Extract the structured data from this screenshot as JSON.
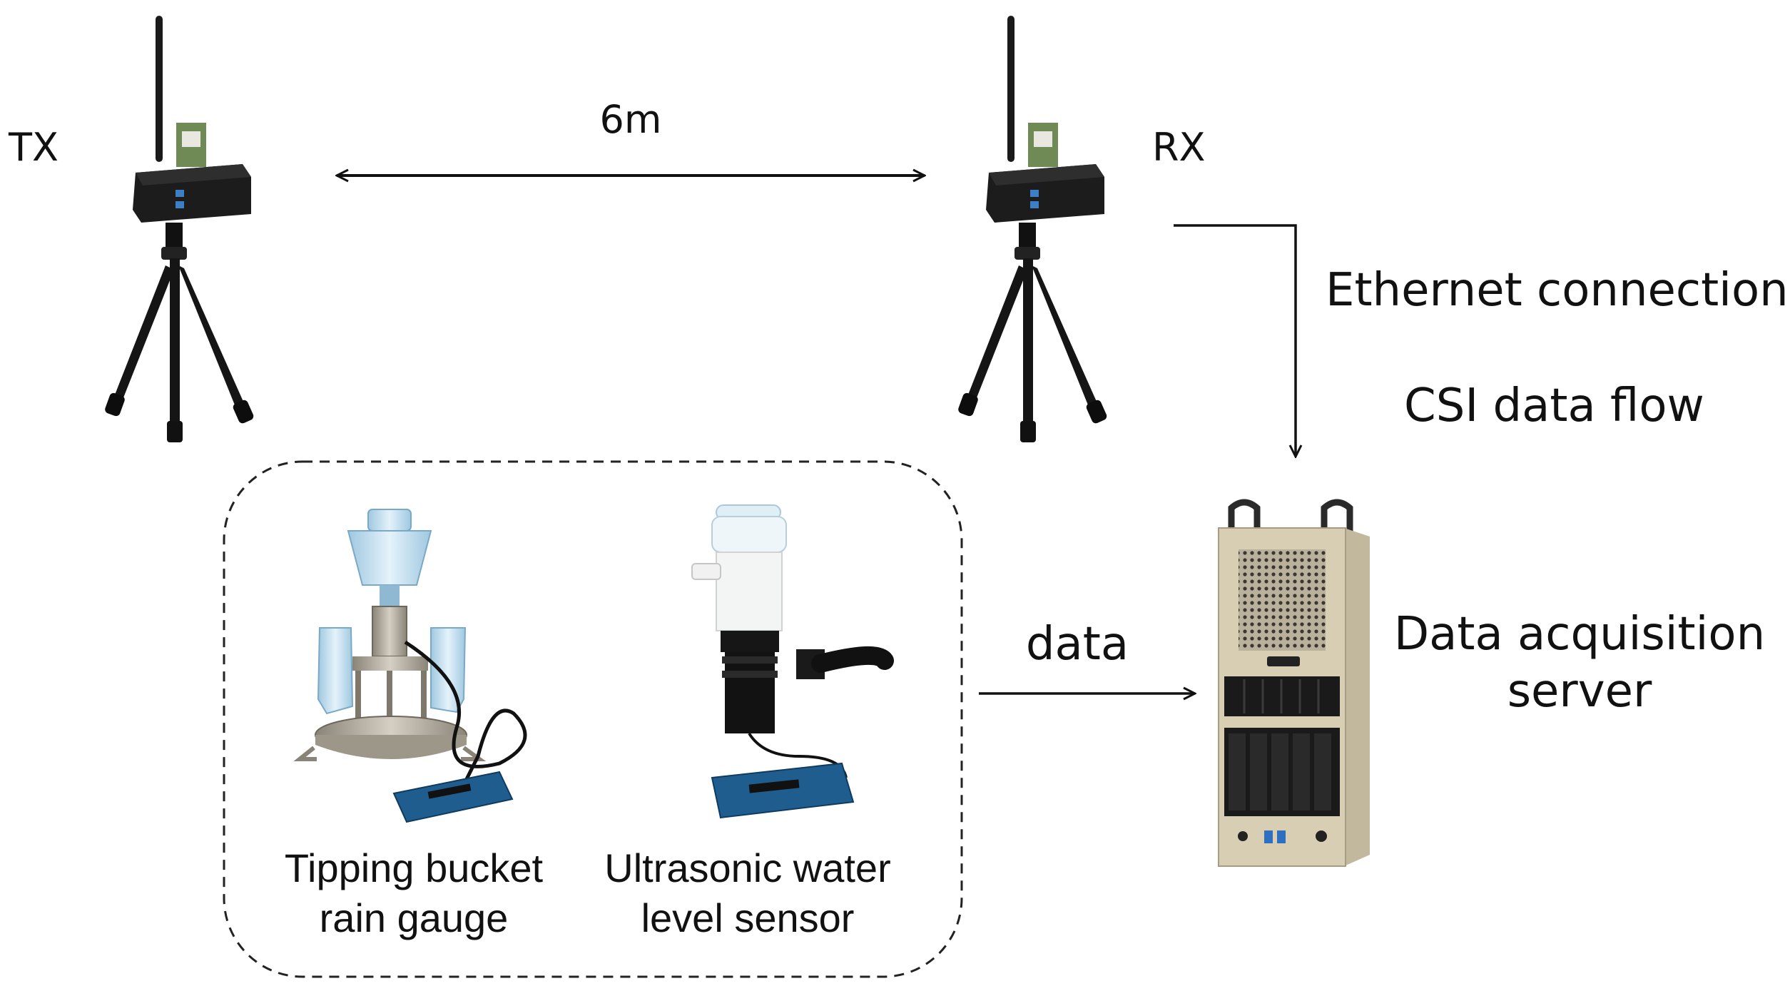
{
  "labels": {
    "tx": "TX",
    "rx": "RX",
    "distance": "6m",
    "ethernet": "Ethernet connection",
    "csi_flow": "CSI data flow",
    "data_arrow": "data",
    "server_line1": "Data acquisition",
    "server_line2": "server",
    "rain_gauge_line1": "Tipping bucket",
    "rain_gauge_line2": "rain gauge",
    "water_sensor_line1": "Ultrasonic water",
    "water_sensor_line2": "level sensor"
  },
  "colors": {
    "text": "#111111",
    "line": "#111111",
    "device_black": "#1c1c1c",
    "server_beige": "#d8ceb4",
    "pcb_blue": "#1f5d8f"
  }
}
